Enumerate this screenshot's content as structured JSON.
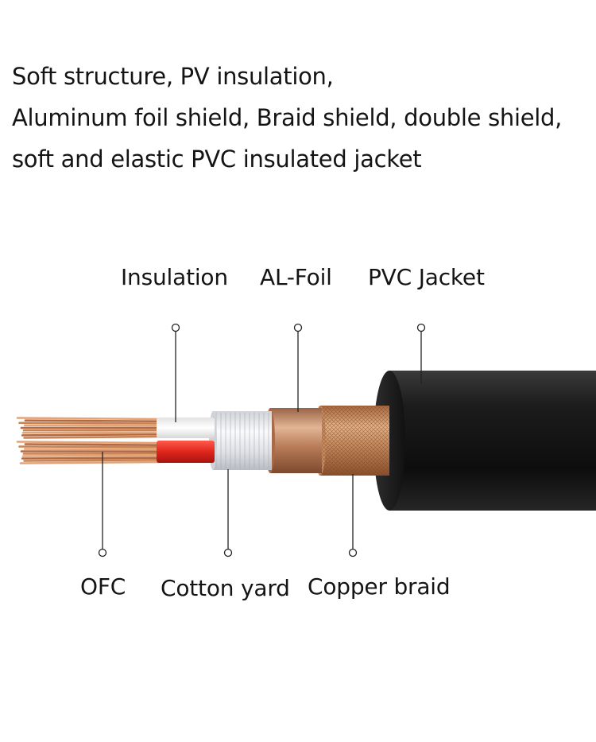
{
  "intro": {
    "lines": [
      "Soft structure, PV insulation,",
      "Aluminum foil shield, Braid shield, double shield,",
      "soft and elastic PVC insulated jacket"
    ]
  },
  "callouts": {
    "insulation": "Insulation",
    "al_foil": "AL-Foil",
    "pvc_jacket": "PVC Jacket",
    "ofc": "OFC",
    "cotton_yard": "Cotton yard",
    "copper_braid": "Copper braid"
  },
  "colors": {
    "jacket": "#1a1a1a",
    "copper": "#c07a4e",
    "braid": "#c98f62",
    "foil": "#b77b57",
    "cotton": "#e6e8ec",
    "insulation_red": "#e0261d",
    "insulation_white": "#f4f4f4",
    "leader_line": "#222222"
  }
}
